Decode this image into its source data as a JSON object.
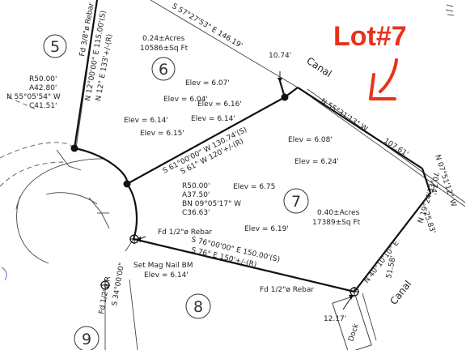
{
  "callout": {
    "title": "Lot#7",
    "color": "#e8321c"
  },
  "lot_numbers": {
    "lot5": "5",
    "lot6": "6",
    "lot7": "7",
    "lot8": "8",
    "lot9": "9"
  },
  "canal_labels": {
    "top": "Canal",
    "bottom": "Canal"
  },
  "areas": {
    "lot6_acres": "0.24±Acres",
    "lot6_sqft": "10586±Sq Ft",
    "lot7_acres": "0.40±Acres",
    "lot7_sqft": "17389±Sq Ft"
  },
  "bearings": {
    "top_line": "S 57°27'53\" E 146.19'",
    "east_line_1": "N 55°31'13\" W",
    "east_line_2": "107.61'",
    "ne_top": "N 07°51'12\" W",
    "ne_bottom": "25.83'",
    "ne_mid": "N 19°24'33\"",
    "ne_mid_len": "70.74'",
    "se_line": "N 40°10'10\" E",
    "se_len": "51.58'",
    "divider_s": "S 61°00'00\" W 130.74'(S)",
    "divider_r": "S 61° W 120'+/-(R)",
    "south_s": "S 76°00'00\" E 150.00'(S)",
    "south_r": "S 76° E 150'+/-(R)",
    "west_a": "N 12°00'00\" E 115.00'(S)",
    "west_b": "N 12° E 133'+/-(R)",
    "west_rebar": "Fd 3/8\"ø Rebar",
    "curve_top_r": "R50.00'",
    "curve_top_a": "A42.80'",
    "curve_top_bn": "N 55°05'54\" W",
    "curve_top_c": "C41.51'",
    "curve_r": "R50.00'",
    "curve_a": "A37.50'",
    "curve_bn": "BN 09°05'17\" W",
    "curve_c": "C36.63'",
    "dim_top": "10.74'",
    "dim_bottom": "12.17'",
    "lot9_line": "S 34°00'00\"",
    "lot9_rebar": "Fd 1/2\"ø R"
  },
  "markers": {
    "rebar_west": "Fd 1/2\"ø Rebar",
    "rebar_east": "Fd 1/2\"ø Rebar",
    "mag_nail": "Set Mag Nail BM",
    "mag_elev": "Elev = 6.14'",
    "dock": "Dock"
  },
  "elevations": {
    "e1": "Elev = 6.07'",
    "e2": "Elev = 6.04'",
    "e3": "Elev = 6.16'",
    "e4": "Elev = 6.14'",
    "e5": "Elev = 6.14'",
    "e6": "Elev = 6.15'",
    "e7": "Elev = 6.08'",
    "e8": "Elev = 6.24'",
    "e9": "Elev = 6.75",
    "e10": "Elev = 6.19'"
  }
}
